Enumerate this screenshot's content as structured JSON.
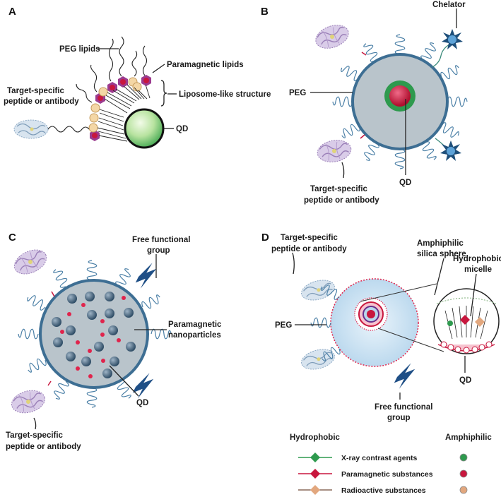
{
  "panels": {
    "A": {
      "letter": "A",
      "labels": {
        "peg_lipids": "PEG lipids",
        "paramagnetic_lipids": "Paramagnetic lipids",
        "target_specific_line1": "Target-specific",
        "target_specific_line2": "peptide or antibody",
        "liposome_like": "Liposome-like structure",
        "qd": "QD"
      }
    },
    "B": {
      "letter": "B",
      "labels": {
        "chelator": "Chelator",
        "peg": "PEG",
        "qd": "QD",
        "target_specific_line1": "Target-specific",
        "target_specific_line2": "peptide or antibody"
      }
    },
    "C": {
      "letter": "C",
      "labels": {
        "free_functional_line1": "Free  functional",
        "free_functional_line2": "group",
        "paramagnetic_np_line1": "Paramagnetic",
        "paramagnetic_np_line2": "nanoparticles",
        "qd": "QD",
        "target_specific_line1": "Target-specific",
        "target_specific_line2": "peptide or antibody"
      }
    },
    "D": {
      "letter": "D",
      "labels": {
        "target_specific_line1": "Target-specific",
        "target_specific_line2": "peptide or antibody",
        "amphiphilic_silica_line1": "Amphiphilic",
        "amphiphilic_silica_line2": "silica sphere",
        "hydrophobic_micelle_line1": "Hydrophobic",
        "hydrophobic_micelle_line2": "micelle",
        "peg": "PEG",
        "qd": "QD",
        "free_functional_line1": "Free functional",
        "free_functional_line2": "group"
      }
    }
  },
  "legend": {
    "col_hydrophobic": "Hydrophobic",
    "col_amphiphilic": "Amphiphilic",
    "rows": [
      {
        "label": "X-ray contrast agents",
        "color": "#2e9a4e"
      },
      {
        "label": "Paramagnetic substances",
        "color": "#c8173e"
      },
      {
        "label": "Radioactive substances",
        "color": "#e2a77e"
      }
    ]
  },
  "colors": {
    "particle_fill": "#b9c4cb",
    "particle_stroke": "#3d6e93",
    "helix": "#4a7fa6",
    "qd_green": "#2e9a4e",
    "paramagnetic_red": "#c8173e",
    "chelator_blue": "#1e4f7a",
    "silica_blue": "#cfe4f3",
    "antibody_purple": "#9b80b8",
    "antibody_blue": "#8ca9c4"
  }
}
